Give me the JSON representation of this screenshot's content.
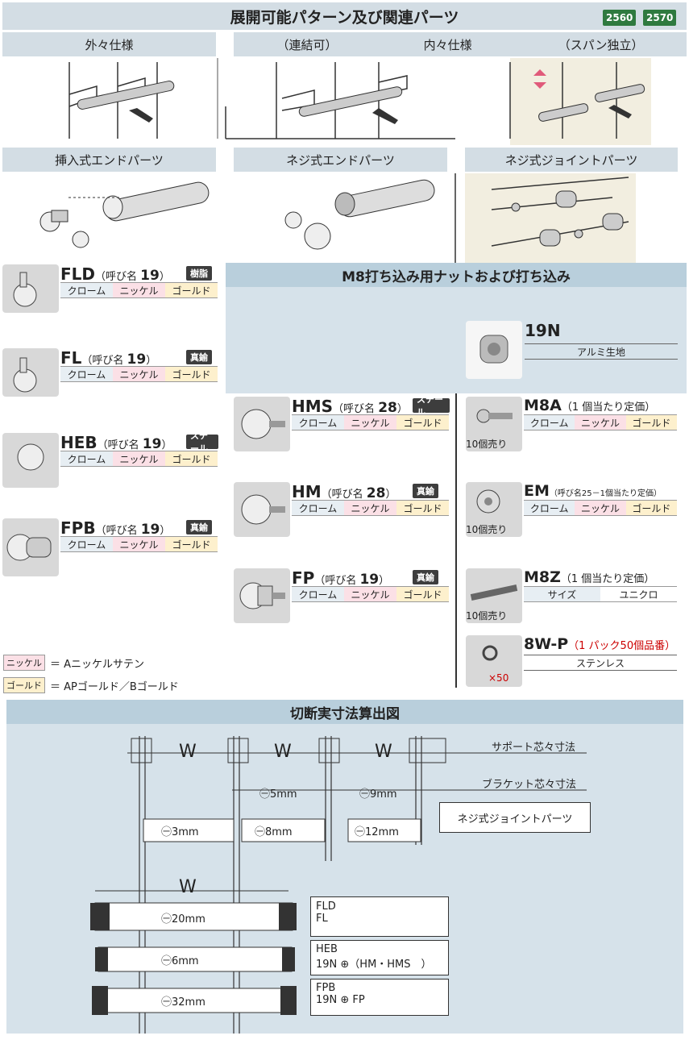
{
  "title": "展開可能パターン及び関連パーツ",
  "badges": [
    "2560",
    "2570"
  ],
  "top_sections": {
    "outer": "外々仕様",
    "linkable": "（連結可）",
    "inner": "内々仕様",
    "span_independent": "（スパン独立）"
  },
  "part_sections": {
    "insert_end": "挿入式エンドパーツ",
    "screw_end": "ネジ式エンドパーツ",
    "screw_joint": "ネジ式ジョイントパーツ"
  },
  "m8_section": "M8打ち込み用ナットおよび打ち込み",
  "finish_labels": [
    "クローム",
    "ニッケル",
    "ゴールド"
  ],
  "products_left": [
    {
      "code": "FLD",
      "spec_pre": "（呼び名 ",
      "spec_num": "19",
      "spec_post": "）",
      "material": "樹脂"
    },
    {
      "code": "FL",
      "spec_pre": "（呼び名 ",
      "spec_num": "19",
      "spec_post": "）",
      "material": "真鍮"
    },
    {
      "code": "HEB",
      "spec_pre": "（呼び名 ",
      "spec_num": "19",
      "spec_post": "）",
      "material": "スチール"
    },
    {
      "code": "FPB",
      "spec_pre": "（呼び名 ",
      "spec_num": "19",
      "spec_post": "）",
      "material": "真鍮"
    }
  ],
  "products_mid": [
    {
      "code": "HMS",
      "spec_pre": "（呼び名 ",
      "spec_num": "28",
      "spec_post": "）",
      "material": "スチール"
    },
    {
      "code": "HM",
      "spec_pre": "（呼び名 ",
      "spec_num": "28",
      "spec_post": "）",
      "material": "真鍮"
    },
    {
      "code": "FP",
      "spec_pre": "（呼び名 ",
      "spec_num": "19",
      "spec_post": "）",
      "material": "真鍮"
    }
  ],
  "product_19n": {
    "code": "19N",
    "desc": "アルミ生地"
  },
  "products_right": [
    {
      "code": "M8A",
      "spec": "（1 個当たり定価）",
      "note": "10個売り"
    },
    {
      "code": "EM",
      "spec": "（呼び名25－1個当たり定価）",
      "note": "10個売り"
    }
  ],
  "product_m8z": {
    "code": "M8Z",
    "spec": "（1 個当たり定価）",
    "size_label": "サイズ",
    "finish": "ユニクロ",
    "note": "10個売り"
  },
  "product_8wp": {
    "code": "8W-P",
    "spec": "（1 パック50個品番）",
    "desc": "ステンレス",
    "note": "×50"
  },
  "legend": [
    {
      "tag": "ニッケル",
      "text": "＝ Aニッケルサテン"
    },
    {
      "tag": "ゴールド",
      "text": "＝ APゴールド／Bゴールド"
    }
  ],
  "calc": {
    "title": "切断実寸法算出図",
    "w": "W",
    "support_label": "サポート芯々寸法",
    "bracket_label": "ブラケット芯々寸法",
    "joint_label": "ネジ式ジョイントパーツ",
    "dims": [
      "㊀5mm",
      "㊀9mm",
      "㊀3mm",
      "㊀8mm",
      "㊀12mm",
      "㊀20mm",
      "㊀6mm",
      "㊀32mm"
    ],
    "box1": [
      "FLD",
      "FL"
    ],
    "box2": [
      "HEB",
      "19N ⊕（HM・HMS　）"
    ],
    "box3": [
      "FPB",
      "19N ⊕ FP"
    ]
  },
  "colors": {
    "header": "#b9cfdc",
    "chrome": "#e7eef3",
    "nickel": "#fbe0e6",
    "gold": "#fdf0cd",
    "badge": "#2f7a3f",
    "red": "#cc0000"
  }
}
